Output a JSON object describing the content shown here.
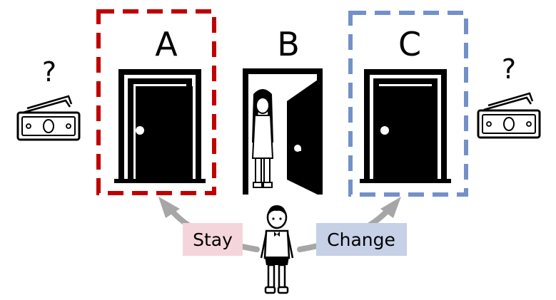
{
  "doors": [
    {
      "letter": "A",
      "state": "closed",
      "frame_color": "#c00000"
    },
    {
      "letter": "B",
      "state": "open"
    },
    {
      "letter": "C",
      "state": "closed",
      "frame_color": "#7391c8"
    }
  ],
  "prizes": {
    "left_symbol": "?",
    "right_symbol": "?",
    "icon": "banknote-icon"
  },
  "choices": {
    "stay": {
      "label": "Stay",
      "bg": "#f5d5dc"
    },
    "change": {
      "label": "Change",
      "bg": "#c6d0e6"
    }
  },
  "arrow_color": "#a6a6a6"
}
